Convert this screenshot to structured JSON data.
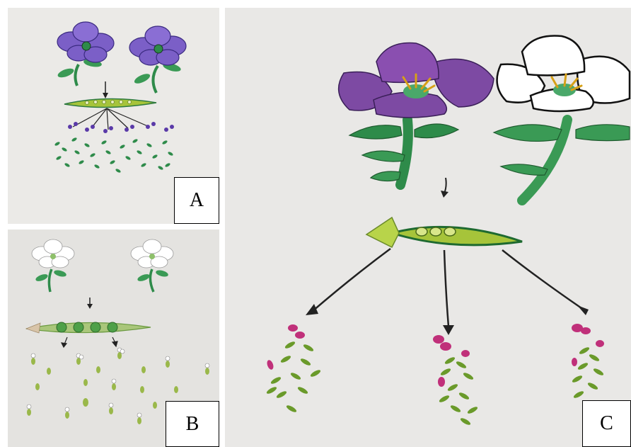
{
  "panels": {
    "a": {
      "label": "A",
      "flower_color": "purple",
      "offspring_flower_color": "purple"
    },
    "b": {
      "label": "B",
      "flower_color": "white",
      "offspring_flower_color": "white"
    },
    "c": {
      "label": "C",
      "parent_flower_colors": [
        "purple",
        "white"
      ],
      "offspring_flower_color": "magenta"
    }
  },
  "colors": {
    "purple_petal": "#7b5fc7",
    "purple_petal_c": "#7d4aa3",
    "white_petal": "#ffffff",
    "stem_green": "#2e8b4a",
    "pod_green": "#a6c43a",
    "magenta": "#c0307a",
    "arrow": "#222222"
  }
}
